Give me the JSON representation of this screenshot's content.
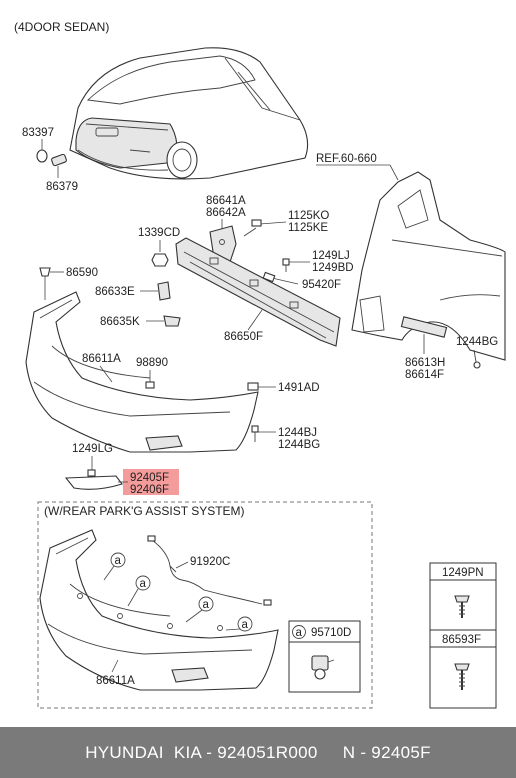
{
  "header": {
    "variant": "(4DOOR SEDAN)",
    "ref": "REF.60-660"
  },
  "callouts": {
    "c83397": "83397",
    "c86379": "86379",
    "c86641A": "86641A",
    "c86642A": "86642A",
    "c1339CD": "1339CD",
    "c1125KO": "1125KO",
    "c1125KE": "1125KE",
    "c86590": "86590",
    "c1249LJ": "1249LJ",
    "c1249BD": "1249BD",
    "c86633E": "86633E",
    "c95420F": "95420F",
    "c86635K": "86635K",
    "c86650F": "86650F",
    "c86611A_top": "86611A",
    "c98890": "98890",
    "c1491AD": "1491AD",
    "c1244BJ": "1244BJ",
    "c1244BG_low": "1244BG",
    "c1249LG": "1249LG",
    "c92405F": "92405F",
    "c92406F": "92406F",
    "c86613H": "86613H",
    "c86614F": "86614F",
    "c1244BG_right": "1244BG"
  },
  "assist_section": {
    "title": "(W/REAR PARK'G ASSIST SYSTEM)",
    "c91920C": "91920C",
    "c86611A": "86611A",
    "marker": "a",
    "legend_marker": "a",
    "legend_part": "95710D"
  },
  "fastener_table": {
    "row1": "1249PN",
    "row2": "86593F"
  },
  "highlight": {
    "color": "#f28b8b"
  },
  "footer": {
    "text": "HYUNDAI  KIA - 924051R000     N - 92405F"
  }
}
